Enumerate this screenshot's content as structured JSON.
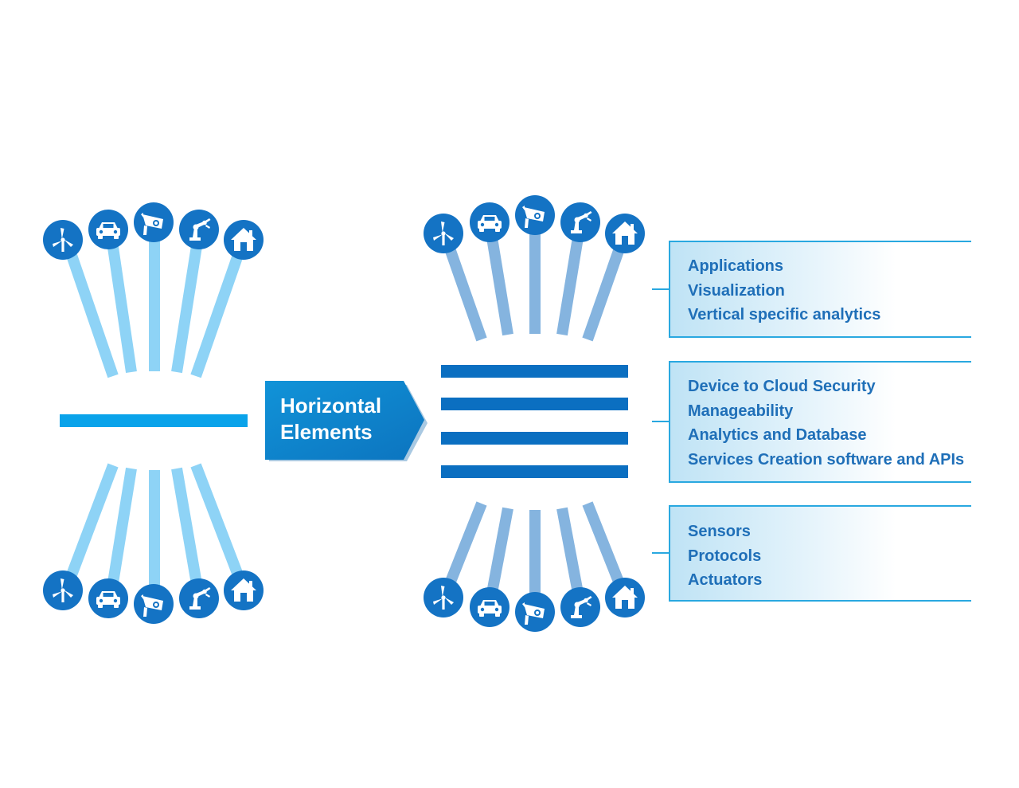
{
  "arrow": {
    "line1": "Horizontal",
    "line2": "Elements"
  },
  "layers": [
    {
      "items": [
        "Applications",
        "Visualization",
        "Vertical specific analytics"
      ]
    },
    {
      "items": [
        "Device to Cloud Security",
        "Manageability",
        "Analytics and Database",
        "Services Creation software and APIs"
      ]
    },
    {
      "items": [
        "Sensors",
        "Protocols",
        "Actuators"
      ]
    }
  ],
  "device_icons": [
    "wind-turbine-icon",
    "car-icon",
    "security-camera-icon",
    "robot-arm-icon",
    "house-icon"
  ],
  "colors": {
    "left_stem": "#8ed3f6",
    "left_bar": "#0aa3ea",
    "right_stem": "#85b4df",
    "right_bars": "#0b6fc1",
    "circle": "#1473c4",
    "arrow": "#0e84cc",
    "box_border": "#29a8e0",
    "text": "#1f6fb8"
  }
}
